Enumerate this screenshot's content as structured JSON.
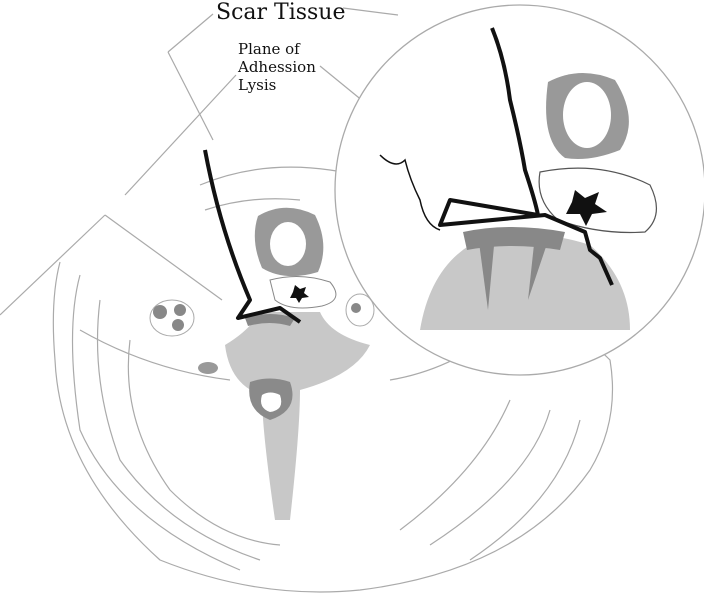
{
  "labels": {
    "scar_tissue": "Scar Tissue",
    "plane_line1": "Plane of",
    "plane_line2": "Adhession",
    "plane_line3": "Lysis"
  },
  "colors": {
    "outline": "#aaaaaa",
    "bone": "#c8c8c8",
    "cord": "#8a8a8a",
    "scar": "#111111"
  }
}
